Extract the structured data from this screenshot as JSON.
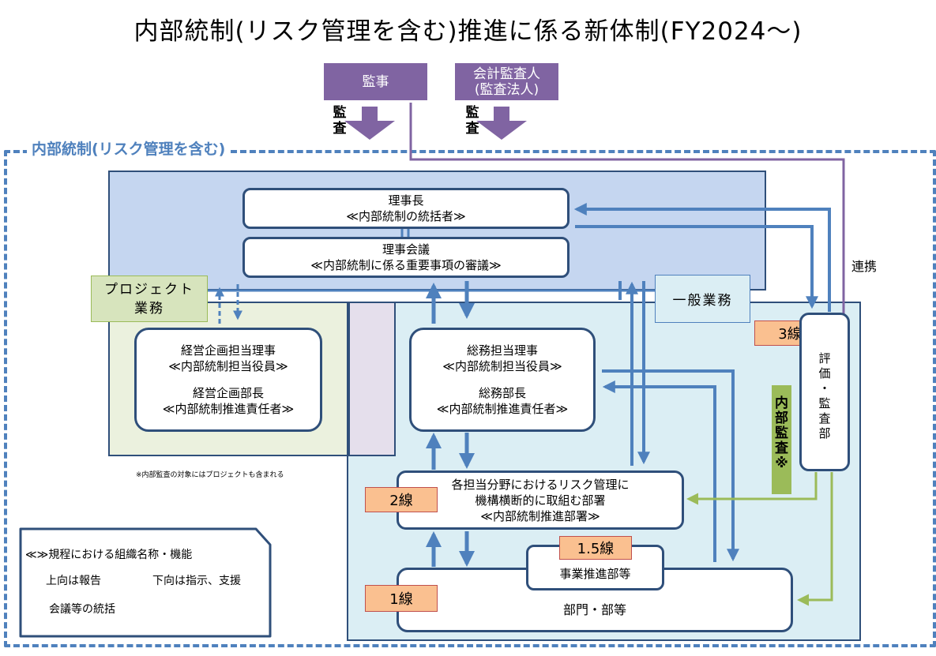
{
  "title": "内部統制(リスク管理を含む)推進に係る新体制(FY2024～)",
  "auditor": "監事",
  "accounting_auditor": [
    "会計監査人",
    "(監査法人)"
  ],
  "audit_label": "監査",
  "region_label": "内部統制(リスク管理を含む)",
  "renkei": "連携",
  "rijicho": [
    "理事長",
    "≪内部統制の統括者≫"
  ],
  "rijikaigi": [
    "理事会議",
    "≪内部統制に係る重要事項の審議≫"
  ],
  "project": [
    "プロジェクト",
    "業務"
  ],
  "ippan": "一般業務",
  "keiei": [
    "経営企画担当理事",
    "≪内部統制担当役員≫",
    "経営企画部長",
    "≪内部統制推進責任者≫"
  ],
  "somu": [
    "総務担当理事",
    "≪内部統制担当役員≫",
    "総務部長",
    "≪内部統制推進責任者≫"
  ],
  "note": "※内部監査の対象にはプロジェクトも含まれる",
  "risk": [
    "各担当分野におけるリスク管理に",
    "機構横断的に取組む部署",
    "≪内部統制推進部署≫"
  ],
  "jigyo": "事業推進部等",
  "bumon": "部門・部等",
  "lines": {
    "l3": "3線",
    "l2": "2線",
    "l15": "1.5線",
    "l1": "1線"
  },
  "hyoka": [
    "評",
    "価",
    "・",
    "監",
    "査",
    "部"
  ],
  "naibu": [
    "内",
    "部",
    "監",
    "査",
    "※"
  ],
  "legend": {
    "l1": "≪≫規程における組織名称・機能",
    "up": "上向は報告",
    "down": "下向は指示、支援",
    "eq": "会議等の統括"
  },
  "colors": {
    "purple": "#8064a2",
    "blue_arrow": "#4f81bd",
    "green": "#9bbb59",
    "orange": "#fac090"
  }
}
